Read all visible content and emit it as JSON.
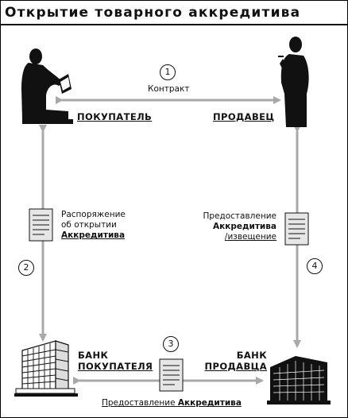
{
  "title": "Открытие товарного аккредитива",
  "parties": {
    "buyer": "ПОКУПАТЕЛЬ",
    "seller": "ПРОДАВЕЦ",
    "buyer_bank_line1": "БАНК",
    "buyer_bank_line2": "ПОКУПАТЕЛЯ",
    "seller_bank_line1": "БАНК",
    "seller_bank_line2": "ПРОДАВЦА"
  },
  "steps": [
    {
      "number": "1",
      "label": "Контракт"
    },
    {
      "number": "2",
      "label_line1": "Распоряжение",
      "label_line2": "об открытии",
      "label_line3": "Аккредитива"
    },
    {
      "number": "3",
      "label_prefix": "Предоставление",
      "label_bold": "Аккредитива"
    },
    {
      "number": "4",
      "label_line1": "Предоставление",
      "label_line2": "Аккредитива",
      "label_line3": "/извещение"
    }
  ],
  "icons": {
    "buyer": "seated-person-reading-icon",
    "seller": "standing-person-smoking-icon",
    "buyer_bank": "office-building-icon",
    "seller_bank": "dark-office-building-icon",
    "document": "document-icon"
  },
  "colors": {
    "arrow": "#a8a8a8",
    "ink": "#111111",
    "doc_fill": "#e6e6e6"
  }
}
